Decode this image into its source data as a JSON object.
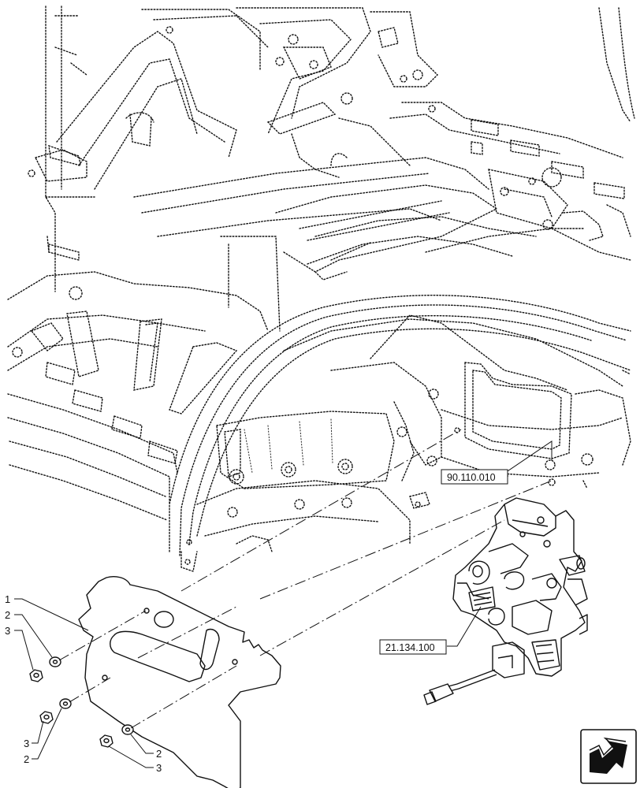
{
  "callouts": [
    {
      "id": "c1",
      "label": "1"
    },
    {
      "id": "c2a",
      "label": "2"
    },
    {
      "id": "c3a",
      "label": "3"
    },
    {
      "id": "c3b",
      "label": "3"
    },
    {
      "id": "c2b",
      "label": "2"
    },
    {
      "id": "c2c",
      "label": "2"
    },
    {
      "id": "c3c",
      "label": "3"
    }
  ],
  "references": [
    {
      "id": "ref-fender",
      "label": "90.110.010"
    },
    {
      "id": "ref-valve",
      "label": "21.134.100"
    }
  ],
  "nav_icon": "next-page-arrow-icon"
}
